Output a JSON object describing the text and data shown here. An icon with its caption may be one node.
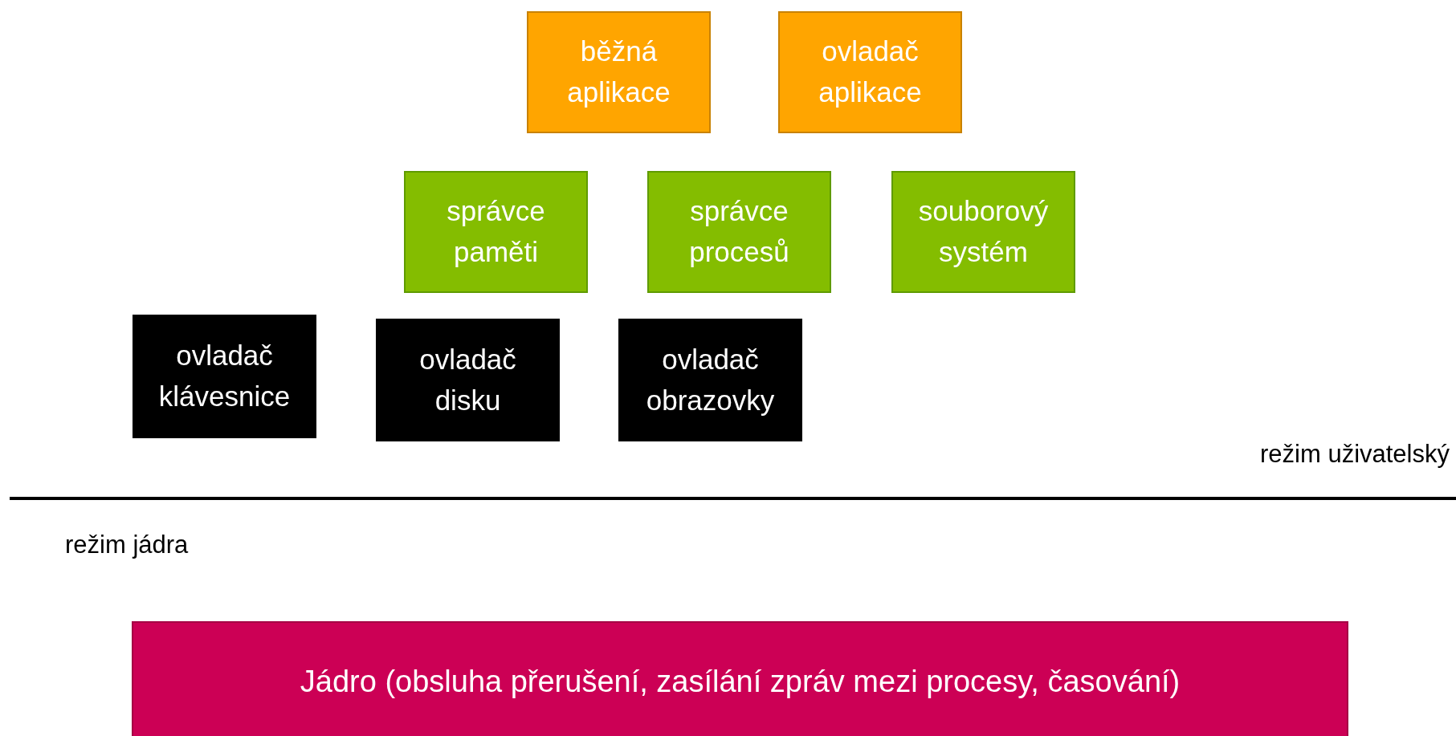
{
  "diagram": {
    "nodes": [
      {
        "text": [
          "běžná aplikace"
        ]
      },
      {
        "text": [
          "ovladač aplikace"
        ]
      },
      {
        "text": [
          "správce paměti"
        ]
      },
      {
        "text": [
          "správce procesů"
        ]
      },
      {
        "text": [
          "souborový systém"
        ]
      },
      {
        "text": [
          "ovladač klávesnice"
        ]
      },
      {
        "text": [
          "ovladač disku"
        ]
      },
      {
        "text": [
          "ovladač obrazovky"
        ]
      },
      {
        "text": [
          "Jádro (obsluha přerušení, zasílání zpráv mezi procesy, časování)"
        ]
      }
    ],
    "labels": [
      "režim uživatelský",
      "režim jádra"
    ]
  }
}
